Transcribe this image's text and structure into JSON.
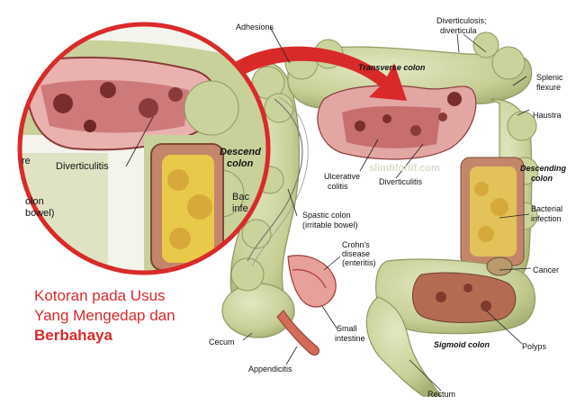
{
  "labels": {
    "adhesions": "Adhesions",
    "diverticulosis_1": "Diverticulosis;",
    "diverticulosis_2": "diverticula",
    "transverse_colon": "Transverse colon",
    "splenic_1": "Splenic",
    "splenic_2": "flexure",
    "haustra": "Haustra",
    "descending_1": "Descending",
    "descending_2": "colon",
    "ulcerative_1": "Ulcerative",
    "ulcerative_2": "colitis",
    "diverticulitis": "Diverticulitis",
    "bacterial_1": "Bacterial",
    "bacterial_2": "infection",
    "spastic_1": "Spastic colon",
    "spastic_2": "(irritable bowel)",
    "crohns_1": "Crohn's",
    "crohns_2": "disease",
    "crohns_3": "(enteritis)",
    "cancer": "Cancer",
    "small_1": "Small",
    "small_2": "intestine",
    "cecum": "Cecum",
    "polyps": "Polyps",
    "sigmoid_colon": "Sigmoid colon",
    "appendicitis": "Appendicitis",
    "rectum": "Rectum"
  },
  "zoom": {
    "diverticulitis": "Diverticulitis",
    "descending_1": "Descend",
    "descending_2": "colon",
    "re": "re",
    "bac_1": "Bac",
    "bac_2": "infe",
    "colon_1": "olon",
    "colon_2": "bowel)"
  },
  "watermark": "slimfiforlif.com",
  "caption": {
    "line1": "Kotoran pada Usus",
    "line2": "Yang Mengedap dan",
    "line3": "Berbahaya"
  },
  "colors": {
    "accent_red": "#d92a2a",
    "tissue_green": "#c9d19b",
    "mucosa_pink": "#d88a8a",
    "stool_yellow": "#e9c94a"
  }
}
